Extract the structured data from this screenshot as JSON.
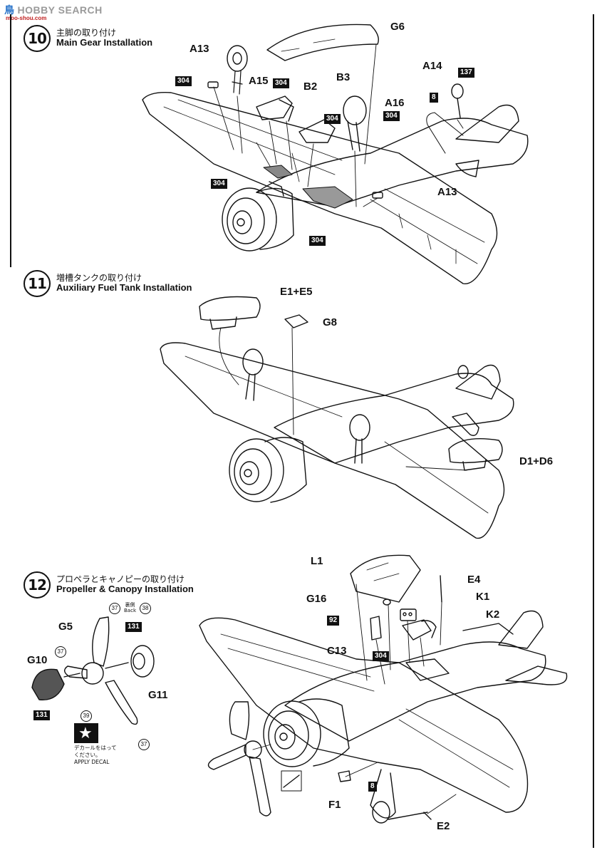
{
  "watermark": {
    "brand_cn": "鳥",
    "brand_en": "HOBBY SEARCH",
    "sub": "moo-shou.com"
  },
  "steps": [
    {
      "number": "10",
      "title_jp": "主脚の取り付け",
      "title_en": "Main Gear Installation"
    },
    {
      "number": "11",
      "title_jp": "増槽タンクの取り付け",
      "title_en": "Auxiliary Fuel Tank Installation"
    },
    {
      "number": "12",
      "title_jp": "プロペラとキャノピーの取り付け",
      "title_en": "Propeller & Canopy Installation"
    }
  ],
  "part_labels": {
    "s10": [
      "G6",
      "A13",
      "A15",
      "B2",
      "B3",
      "A14",
      "A16",
      "A13"
    ],
    "s11": [
      "E1+E5",
      "G8",
      "D1+D6"
    ],
    "s12": [
      "L1",
      "E4",
      "G16",
      "K1",
      "K2",
      "C13",
      "G5",
      "G10",
      "G11",
      "F1",
      "E2"
    ]
  },
  "color_codes": {
    "s10": [
      "304",
      "304",
      "304",
      "304",
      "304",
      "304",
      "137",
      "8"
    ],
    "s12": [
      "92",
      "304",
      "131",
      "131",
      "8"
    ]
  },
  "decal_numbers": [
    "37",
    "38",
    "37",
    "39",
    "37"
  ],
  "back_label": {
    "jp": "裏側",
    "en": "Back"
  },
  "decal_note": {
    "jp1": "デカールをはって",
    "jp2": "ください。",
    "en": "APPLY DECAL"
  },
  "icons": [
    "aircraft-drawing",
    "main-gear-leg",
    "fuel-tank",
    "propeller",
    "canopy",
    "star-decal-icon"
  ]
}
